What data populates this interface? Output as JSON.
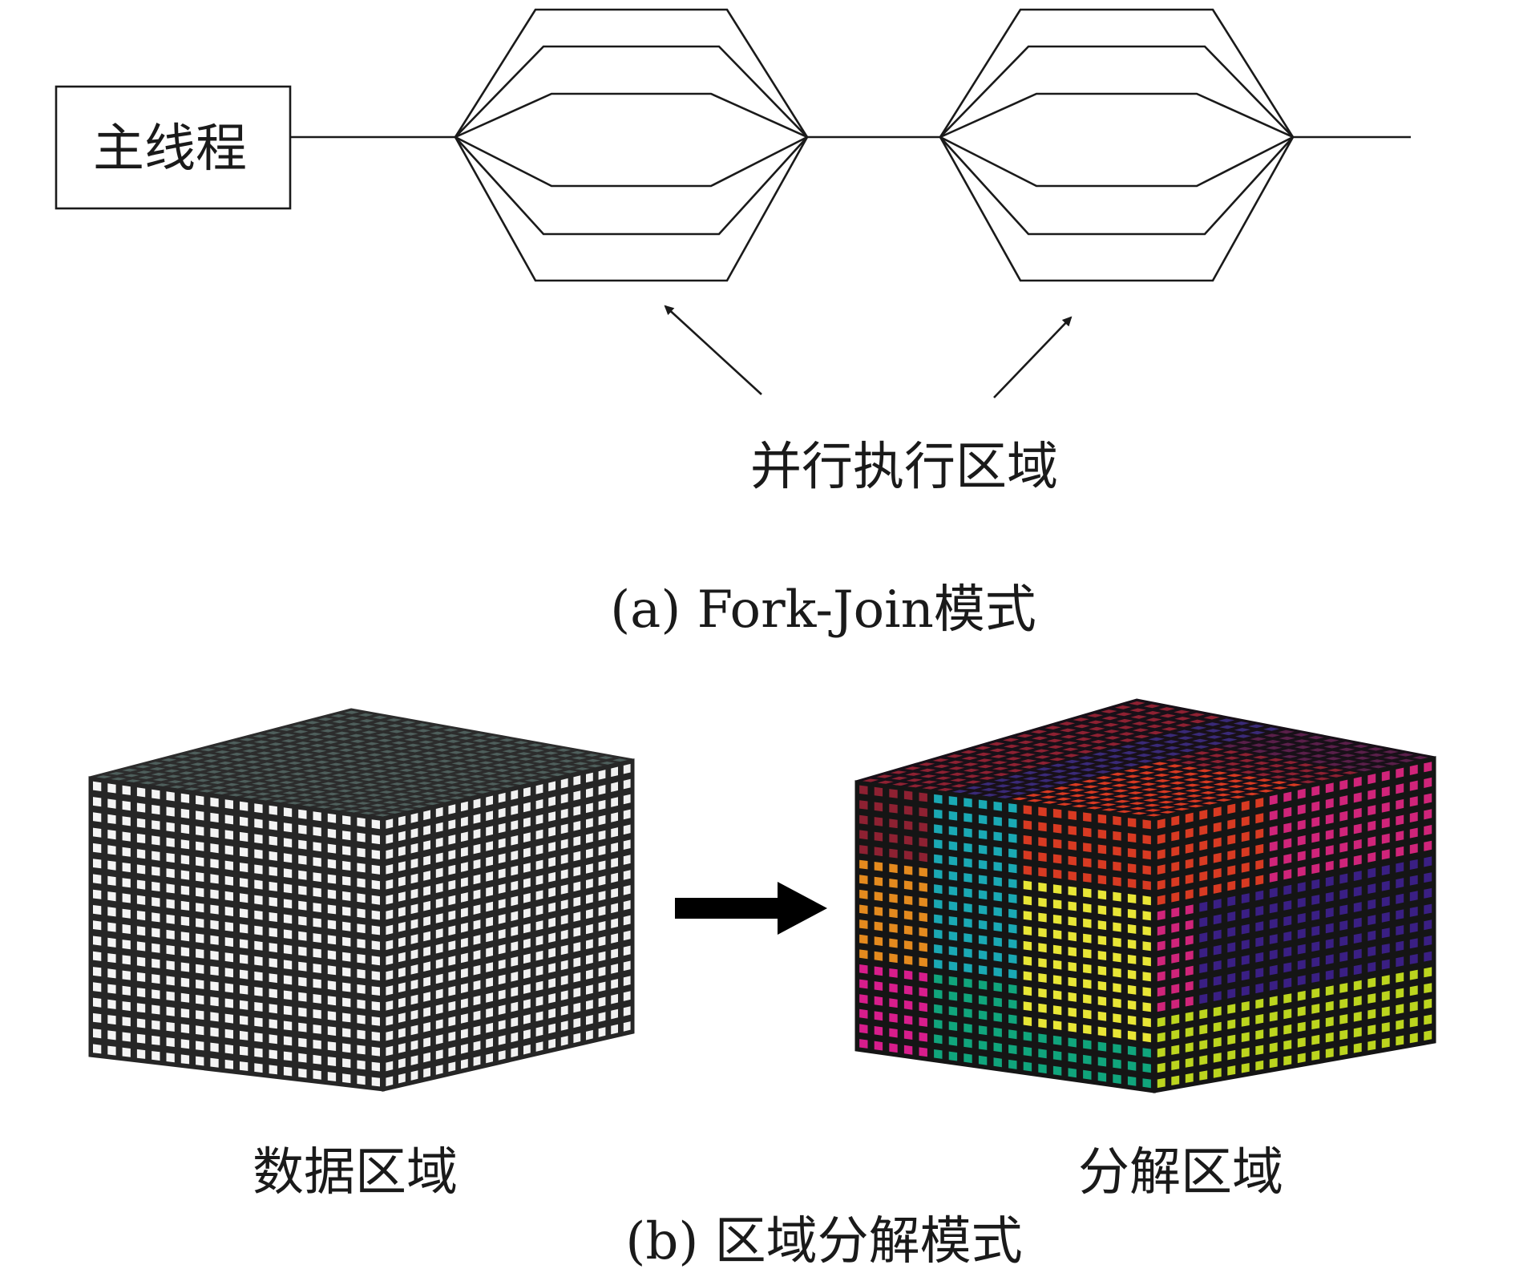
{
  "panel_a": {
    "main_thread_label": "主线程",
    "parallel_region_label": "并行执行区域",
    "caption": "(a) Fork-Join模式"
  },
  "panel_b": {
    "data_domain_label": "数据区域",
    "decomposed_domain_label": "分解区域",
    "caption": "(b) 区域分解模式",
    "domain_colors": {
      "red": "#d83a22",
      "magenta": "#d0247a",
      "cyan": "#1aa9b4",
      "orange": "#e48a1e",
      "pink": "#d81d8c",
      "teal": "#10a57c",
      "yellow": "#e8e636",
      "lime": "#bcd51e",
      "indigo": "#3a1f84",
      "maroon": "#8e2132"
    }
  }
}
